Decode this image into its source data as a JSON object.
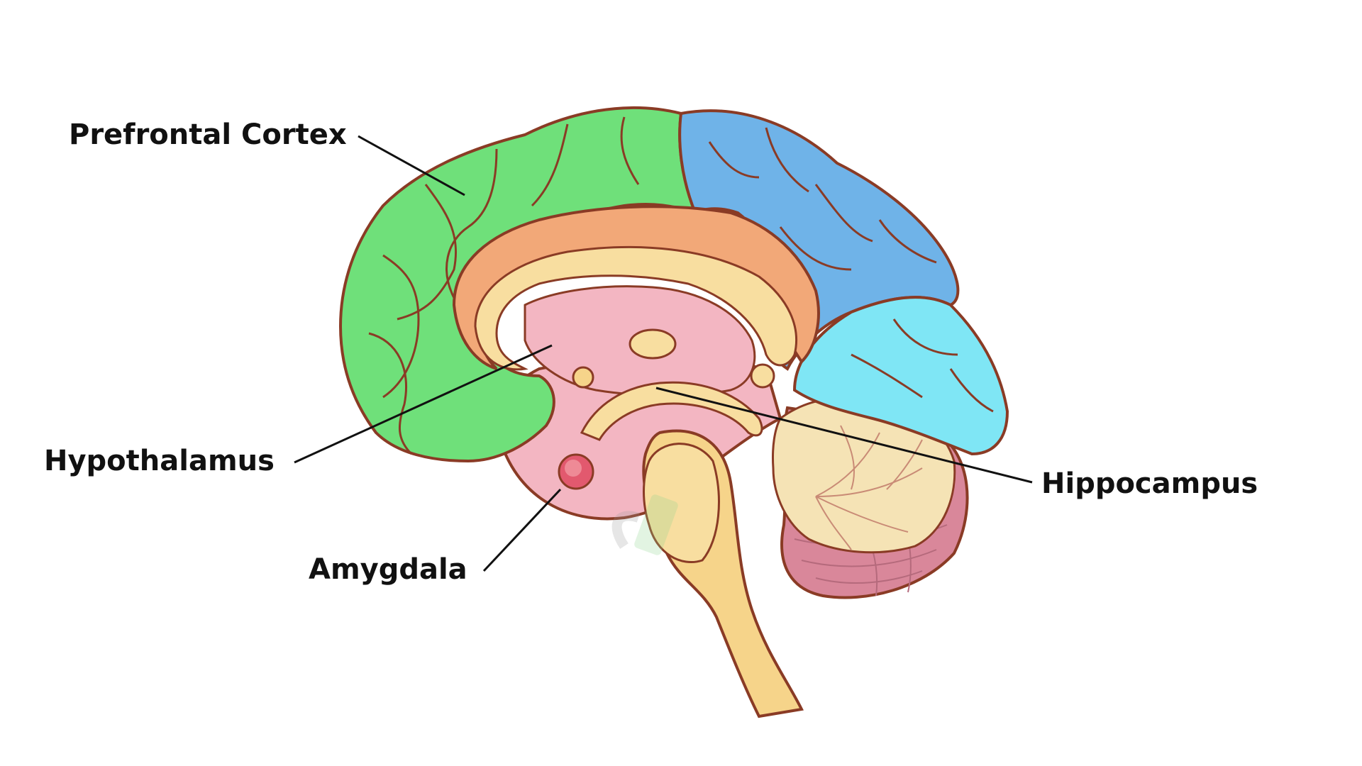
{
  "labels": {
    "prefrontal_cortex": "Prefrontal Cortex",
    "hypothalamus": "Hypothalamus",
    "amygdala": "Amygdala",
    "hippocampus": "Hippocampus"
  },
  "colors": {
    "outline": "#8a3b25",
    "frontal_lobe": "#6fe07a",
    "parietal_lobe": "#6fb3e8",
    "occipital_lobe": "#7fe6f5",
    "cingulate": "#f2a878",
    "corpus_callosum": "#f8deA0",
    "thalamic_region": "#f3b6c2",
    "brainstem": "#f6d48a",
    "cerebellum": "#d9879a",
    "arbor_vitae": "#f5e3b5",
    "amygdala": "#e2596e",
    "label_line": "#111111"
  },
  "icons": {
    "watermark": "faint-logo-icon"
  }
}
